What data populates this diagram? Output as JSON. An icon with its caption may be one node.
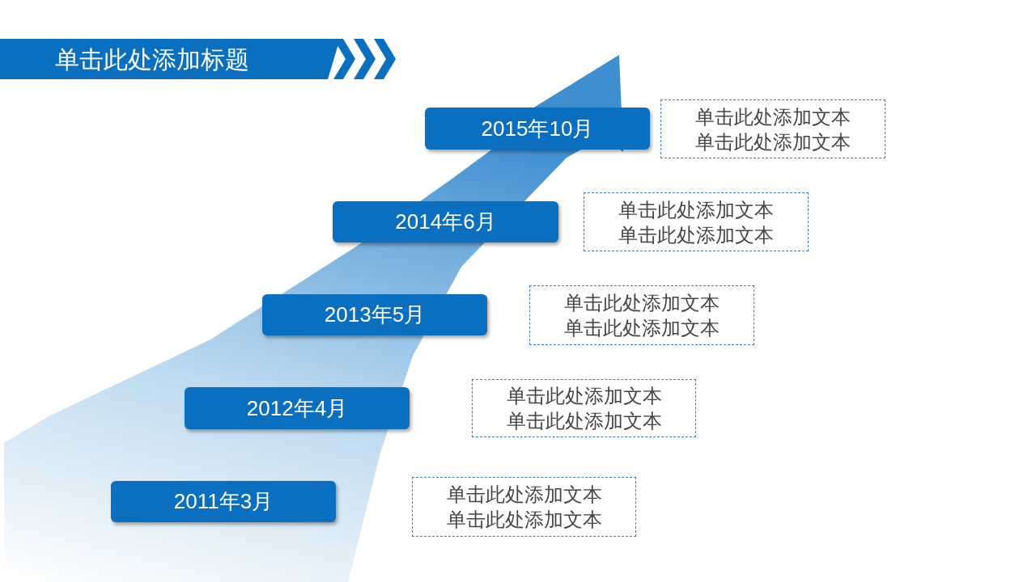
{
  "diagram": {
    "title": "单击此处添加标题",
    "nodes": [
      {
        "text": [
          "2015年10月"
        ]
      },
      {
        "text": [
          "单击此处添加文本",
          "单击此处添加文本"
        ]
      },
      {
        "text": [
          "2014年6月"
        ]
      },
      {
        "text": [
          "单击此处添加文本",
          "单击此处添加文本"
        ]
      },
      {
        "text": [
          "2013年5月"
        ]
      },
      {
        "text": [
          "单击此处添加文本",
          "单击此处添加文本"
        ]
      },
      {
        "text": [
          "2012年4月"
        ]
      },
      {
        "text": [
          "单击此处添加文本",
          "单击此处添加文本"
        ]
      },
      {
        "text": [
          "2011年3月"
        ]
      },
      {
        "text": [
          "单击此处添加文本",
          "单击此处添加文本"
        ]
      }
    ]
  }
}
